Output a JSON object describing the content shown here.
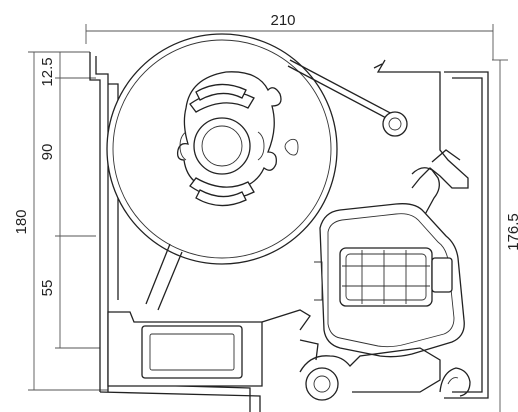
{
  "dimensions": {
    "width": "210",
    "total_height": "180",
    "right_height": "176.5",
    "top_offset": "12.5",
    "upper_section": "90",
    "lower_section": "55"
  },
  "colors": {
    "line": "#222222",
    "background": "#ffffff"
  }
}
